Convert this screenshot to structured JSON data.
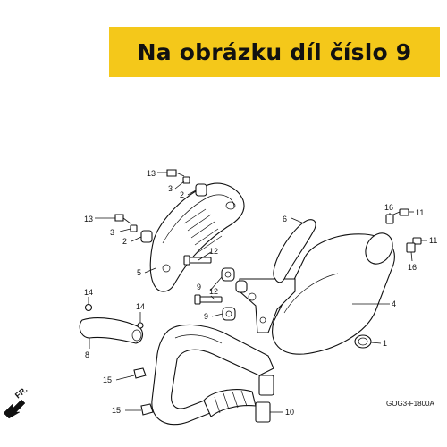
{
  "banner": {
    "text": "Na obrázku díl číslo 9",
    "color": "#f4c81a"
  },
  "diagram": {
    "code": "GOG3-F1800A",
    "front_label": "FR.",
    "labels": {
      "l1": "1",
      "l2a": "2",
      "l2b": "2",
      "l3a": "3",
      "l3b": "3",
      "l4": "4",
      "l5": "5",
      "l6": "6",
      "l8": "8",
      "l9a": "9",
      "l9b": "9",
      "l10": "10",
      "l11a": "11",
      "l11b": "11",
      "l12a": "12",
      "l12b": "12",
      "l13a": "13",
      "l13b": "13",
      "l14a": "14",
      "l14b": "14",
      "l15a": "15",
      "l15b": "15",
      "l16a": "16",
      "l16b": "16"
    }
  }
}
